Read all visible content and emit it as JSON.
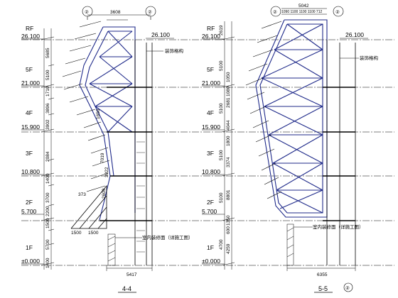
{
  "colors": {
    "ink": "#000000",
    "paper": "#ffffff",
    "blue": "#1f2a8a",
    "gray": "#555555"
  },
  "levels": [
    {
      "floor": "RF",
      "elev": "26.100"
    },
    {
      "floor": "5F",
      "elev": "21.000"
    },
    {
      "floor": "4F",
      "elev": "15.900"
    },
    {
      "floor": "3F",
      "elev": "10.800"
    },
    {
      "floor": "2F",
      "elev": "5.700"
    },
    {
      "floor": "1F",
      "elev": "±0.000"
    }
  ],
  "section_a": {
    "title": "4-4",
    "axis_marker": "②",
    "top_dim": "3608",
    "right_elev": "26.100",
    "bottom_dim": "5417",
    "left_dims": [
      "5685",
      "5100",
      "1710",
      "3896",
      "3902",
      "2084",
      "1400",
      "3700",
      "2200",
      "1500",
      "5700",
      "1400"
    ],
    "mid_dims": [
      "7019",
      "1650",
      "3022",
      "2609"
    ],
    "note_right": "装饰格构",
    "note_bottom": "室内装修面（详施工图）",
    "detail_dims": [
      "1500",
      "1500",
      "373"
    ]
  },
  "section_b": {
    "title": "5-5",
    "axis_marker": "②",
    "top_dim": "5042",
    "top_sub": "1090 1100 1100 1100 712",
    "right_elev": "26.100",
    "bottom_dim": "6355",
    "left_dims": [
      "2619",
      "1050",
      "5100",
      "1080",
      "2681",
      "5100",
      "4044",
      "1800",
      "3374",
      "5100",
      "8801",
      "5100",
      "1350",
      "600",
      "4259",
      "4700"
    ],
    "note_right": "装饰格构",
    "note_bottom": "室内装修面（详施工图）"
  }
}
